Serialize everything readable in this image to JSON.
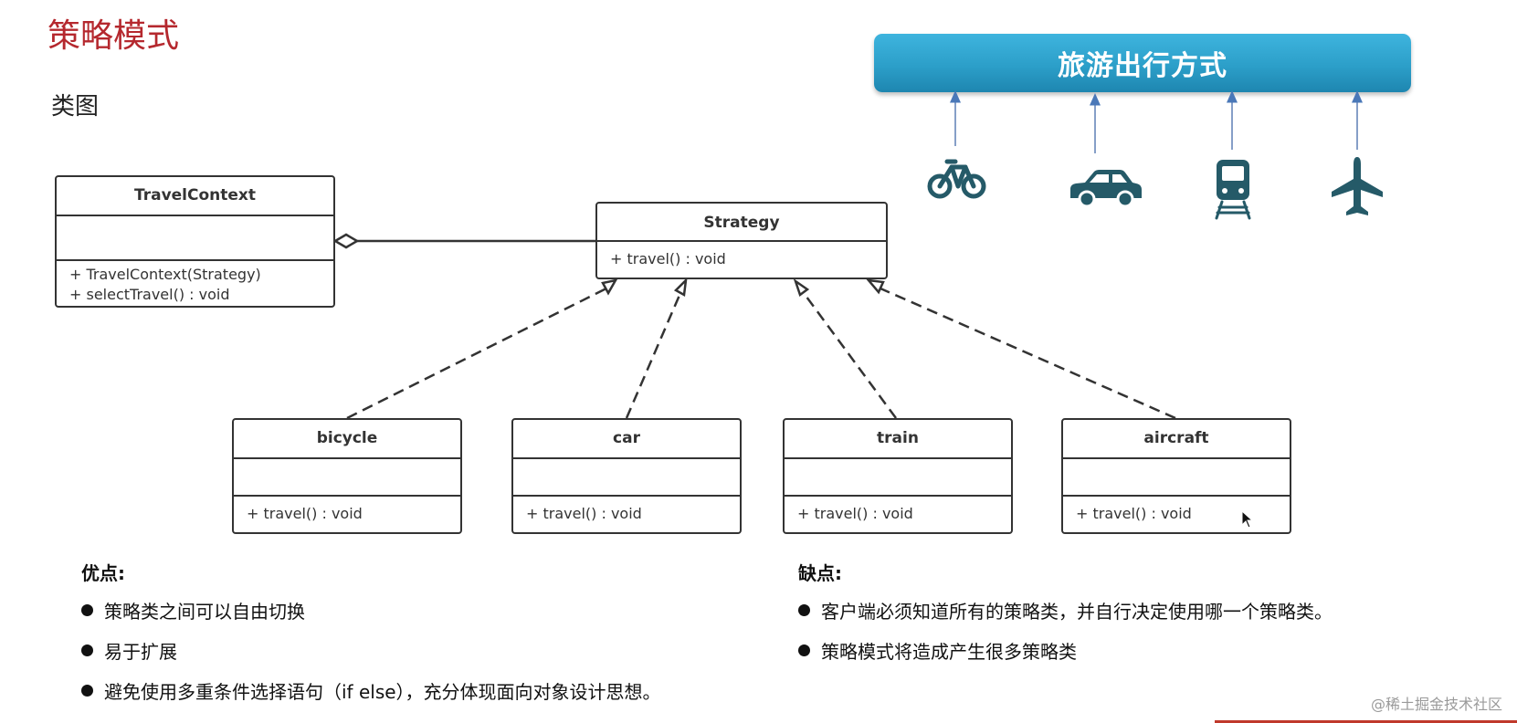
{
  "title": "策略模式",
  "subtitle": "类图",
  "banner": {
    "label": "旅游出行方式"
  },
  "transport_icons": [
    "bicycle-icon",
    "car-icon",
    "train-icon",
    "airplane-icon"
  ],
  "icon_color": "#255a68",
  "accent_color": "#2ea3cf",
  "uml": {
    "context": {
      "name": "TravelContext",
      "ops": [
        "+ TravelContext(Strategy)",
        "+ selectTravel() : void"
      ]
    },
    "strategy": {
      "name": "Strategy",
      "ops": [
        "+ travel() : void"
      ]
    },
    "impls": [
      {
        "name": "bicycle",
        "ops": [
          "+ travel() : void"
        ]
      },
      {
        "name": "car",
        "ops": [
          "+ travel() : void"
        ]
      },
      {
        "name": "train",
        "ops": [
          "+ travel() : void"
        ]
      },
      {
        "name": "aircraft",
        "ops": [
          "+ travel() : void"
        ]
      }
    ]
  },
  "pros": {
    "title": "优点:",
    "items": [
      "策略类之间可以自由切换",
      "易于扩展",
      "避免使用多重条件选择语句（if else），充分体现面向对象设计思想。"
    ]
  },
  "cons": {
    "title": "缺点:",
    "items": [
      "客户端必须知道所有的策略类，并自行决定使用哪一个策略类。",
      "策略模式将造成产生很多策略类"
    ]
  },
  "watermark": "@稀土掘金技术社区"
}
